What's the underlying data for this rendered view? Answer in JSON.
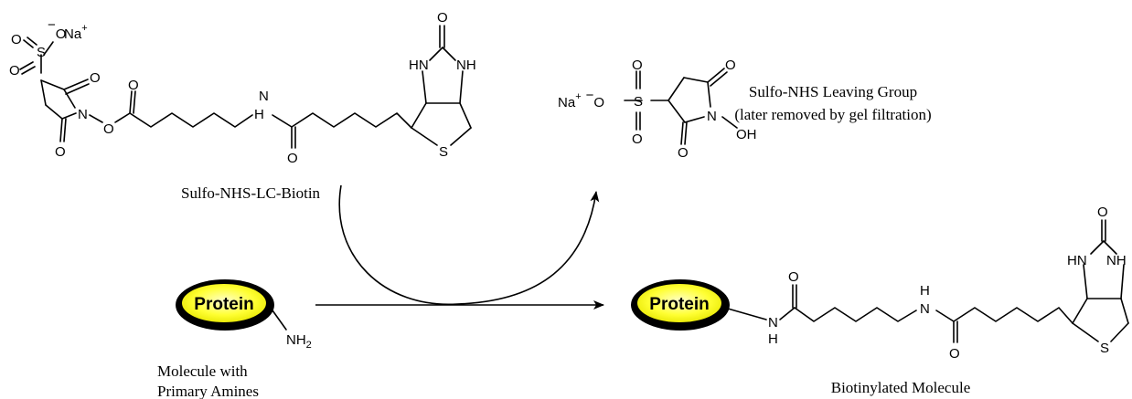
{
  "reagent": {
    "name": "Sulfo-NHS-LC-Biotin",
    "atoms": {
      "o_minus": "O",
      "minus": "−",
      "na": "Na",
      "plus": "+",
      "s": "S",
      "o1": "O",
      "o2": "O",
      "o3": "O",
      "n": "N",
      "o_ester": "O",
      "o_carbonyl_top": "O",
      "nh_amide": "H",
      "n_amide": "N",
      "o_amide": "O",
      "biotin_o": "O",
      "biotin_hn": "HN",
      "biotin_nh": "NH",
      "biotin_s": "S"
    }
  },
  "leaving_group": {
    "caption_line1": "Sulfo-NHS Leaving Group",
    "caption_line2": "(later removed by gel filtration)",
    "atoms": {
      "na": "Na",
      "plus": "+",
      "minus": "−",
      "o_minus": "O",
      "s": "S",
      "o_s_top": "O",
      "o_s_bottom": "O",
      "o_top": "O",
      "n": "N",
      "oh": "OH",
      "o_bottom": "O"
    }
  },
  "substrate": {
    "protein_label": "Protein",
    "amine_label": "NH",
    "amine_sub": "2",
    "caption_line1": "Molecule with",
    "caption_line2": "Primary Amines"
  },
  "product": {
    "protein_label": "Protein",
    "caption": "Biotinylated Molecule",
    "atoms": {
      "n1": "N",
      "h1": "H",
      "o1": "O",
      "h2": "H",
      "n2": "N",
      "o2": "O",
      "biotin_o": "O",
      "biotin_hn": "HN",
      "biotin_nh": "NH",
      "biotin_s": "S"
    }
  },
  "colors": {
    "protein_fill": "#ffff33",
    "protein_outline": "#000000",
    "ink": "#000000"
  }
}
